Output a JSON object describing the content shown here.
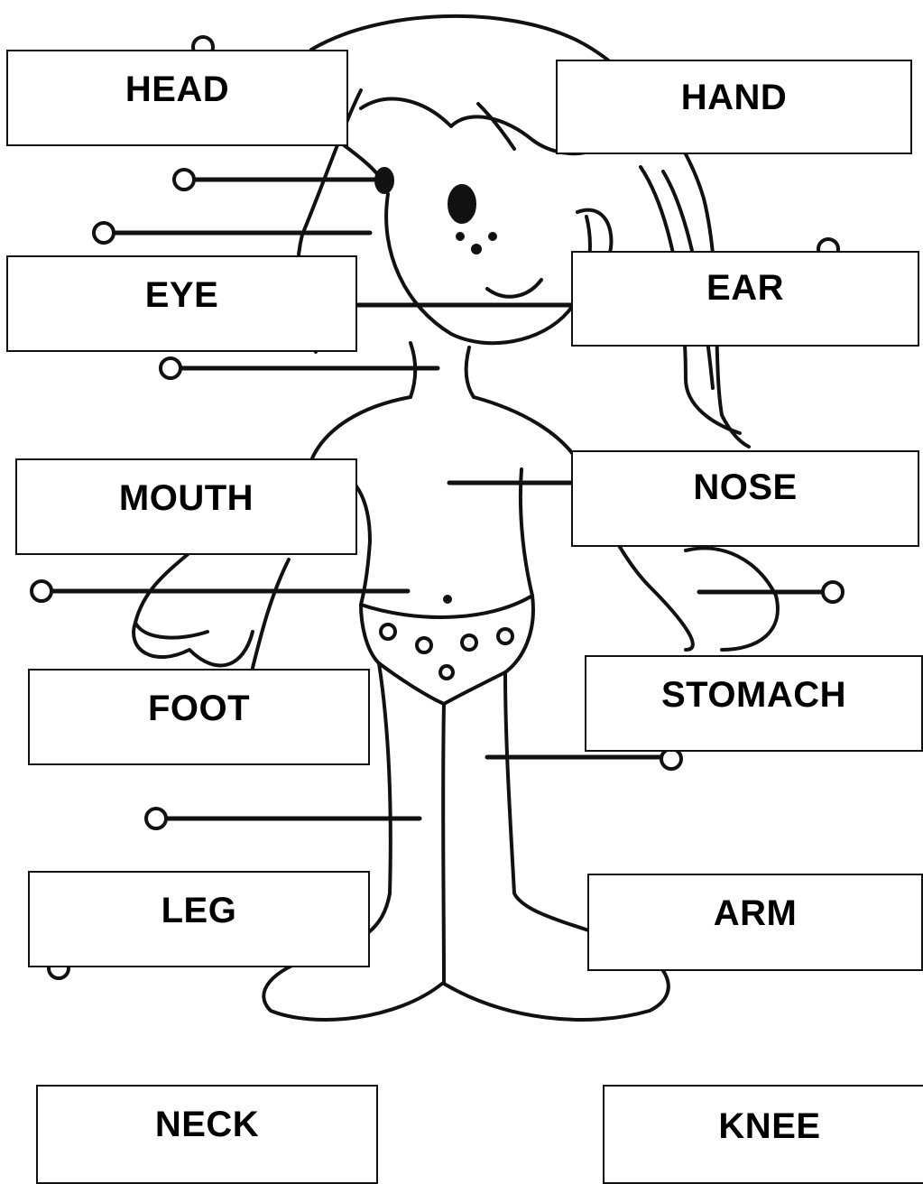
{
  "worksheet": {
    "labels": {
      "head": "HEAD",
      "hand": "HAND",
      "eye": "EYE",
      "ear": "EAR",
      "mouth": "MOUTH",
      "nose": "NOSE",
      "foot": "FOOT",
      "stomach": "STOMACH",
      "leg": "LEG",
      "arm": "ARM",
      "neck": "NECK",
      "knee": "KNEE"
    }
  }
}
